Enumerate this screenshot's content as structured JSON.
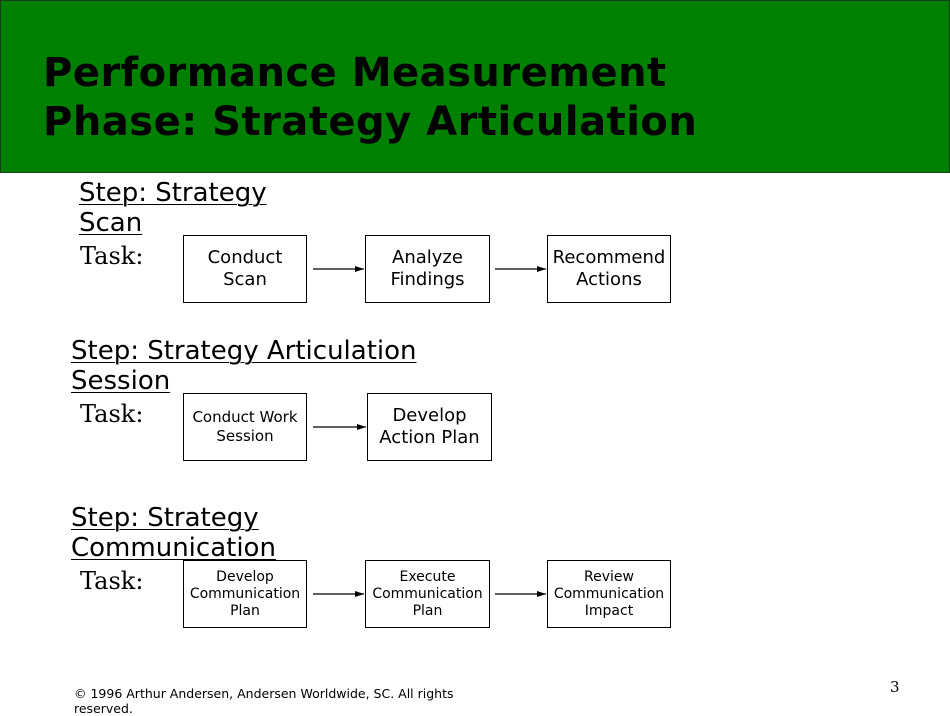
{
  "colors": {
    "header_bg": "#008000",
    "text": "#000000",
    "box_border": "#000000"
  },
  "slide": {
    "title": "Performance Measurement\nPhase:  Strategy Articulation",
    "task_label": "Task:",
    "steps": [
      {
        "title": "Step:  Strategy\nScan",
        "tasks": [
          "Conduct\nScan",
          "Analyze\nFindings",
          "Recommend\nActions"
        ]
      },
      {
        "title": "Step:  Strategy Articulation\nSession",
        "tasks": [
          "Conduct Work\nSession",
          "Develop\nAction Plan"
        ]
      },
      {
        "title": "Step:  Strategy\nCommunication",
        "tasks": [
          "Develop\nCommunication\nPlan",
          "Execute\nCommunication\nPlan",
          "Review\nCommunication\nImpact"
        ]
      }
    ],
    "footer": "© 1996 Arthur Andersen, Andersen Worldwide, SC.  All rights reserved.",
    "page_number": "3"
  }
}
